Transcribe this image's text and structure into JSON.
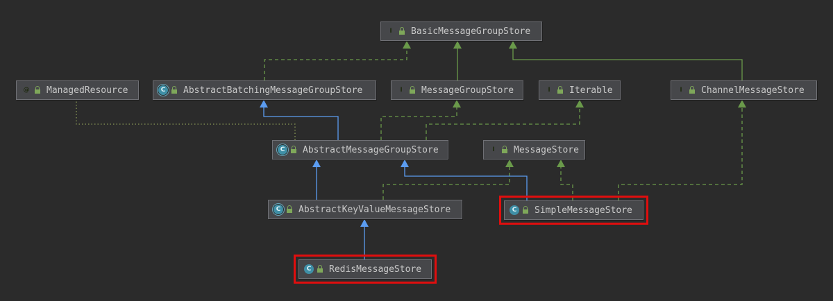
{
  "colors": {
    "background": "#2b2b2b",
    "node_fill": "#46474a",
    "node_border": "#6f7075",
    "node_text": "#c8c8c8",
    "implements_edge": "#6a9a4a",
    "extends_edge": "#5b9cf0",
    "annotation_edge": "#8a9a56",
    "highlight": "#e00e0e"
  },
  "nodes": [
    {
      "id": "BasicMessageGroupStore",
      "label": "BasicMessageGroupStore",
      "kind": "interface",
      "kind_glyph": "I",
      "icon": "interface-icon",
      "highlighted": false
    },
    {
      "id": "ManagedResource",
      "label": "ManagedResource",
      "kind": "annotation",
      "kind_glyph": "@",
      "icon": "annotation-icon",
      "highlighted": false
    },
    {
      "id": "AbstractBatchingMessageGroupStore",
      "label": "AbstractBatchingMessageGroupStore",
      "kind": "abstract",
      "kind_glyph": "C",
      "icon": "abstract-class-icon",
      "highlighted": false
    },
    {
      "id": "MessageGroupStore",
      "label": "MessageGroupStore",
      "kind": "interface",
      "kind_glyph": "I",
      "icon": "interface-icon",
      "highlighted": false
    },
    {
      "id": "Iterable",
      "label": "Iterable",
      "kind": "interface",
      "kind_glyph": "I",
      "icon": "interface-icon",
      "highlighted": false
    },
    {
      "id": "ChannelMessageStore",
      "label": "ChannelMessageStore",
      "kind": "interface",
      "kind_glyph": "I",
      "icon": "interface-icon",
      "highlighted": false
    },
    {
      "id": "AbstractMessageGroupStore",
      "label": "AbstractMessageGroupStore",
      "kind": "abstract",
      "kind_glyph": "C",
      "icon": "abstract-class-icon",
      "highlighted": false
    },
    {
      "id": "MessageStore",
      "label": "MessageStore",
      "kind": "interface",
      "kind_glyph": "I",
      "icon": "interface-icon",
      "highlighted": false
    },
    {
      "id": "AbstractKeyValueMessageStore",
      "label": "AbstractKeyValueMessageStore",
      "kind": "abstract",
      "kind_glyph": "C",
      "icon": "abstract-class-icon",
      "highlighted": false
    },
    {
      "id": "SimpleMessageStore",
      "label": "SimpleMessageStore",
      "kind": "class",
      "kind_glyph": "C",
      "icon": "class-icon",
      "highlighted": true
    },
    {
      "id": "RedisMessageStore",
      "label": "RedisMessageStore",
      "kind": "class",
      "kind_glyph": "C",
      "icon": "class-icon",
      "highlighted": true
    }
  ],
  "edges": [
    {
      "from": "AbstractBatchingMessageGroupStore",
      "to": "BasicMessageGroupStore",
      "type": "implements"
    },
    {
      "from": "MessageGroupStore",
      "to": "BasicMessageGroupStore",
      "type": "extends-interface"
    },
    {
      "from": "ChannelMessageStore",
      "to": "BasicMessageGroupStore",
      "type": "extends-interface"
    },
    {
      "from": "AbstractMessageGroupStore",
      "to": "AbstractBatchingMessageGroupStore",
      "type": "extends"
    },
    {
      "from": "AbstractMessageGroupStore",
      "to": "MessageGroupStore",
      "type": "implements"
    },
    {
      "from": "AbstractMessageGroupStore",
      "to": "Iterable",
      "type": "implements"
    },
    {
      "from": "AbstractMessageGroupStore",
      "to": "ManagedResource",
      "type": "annotated"
    },
    {
      "from": "AbstractKeyValueMessageStore",
      "to": "AbstractMessageGroupStore",
      "type": "extends"
    },
    {
      "from": "AbstractKeyValueMessageStore",
      "to": "MessageStore",
      "type": "implements"
    },
    {
      "from": "SimpleMessageStore",
      "to": "AbstractMessageGroupStore",
      "type": "extends"
    },
    {
      "from": "SimpleMessageStore",
      "to": "MessageStore",
      "type": "implements"
    },
    {
      "from": "SimpleMessageStore",
      "to": "ChannelMessageStore",
      "type": "implements"
    },
    {
      "from": "RedisMessageStore",
      "to": "AbstractKeyValueMessageStore",
      "type": "extends"
    }
  ]
}
